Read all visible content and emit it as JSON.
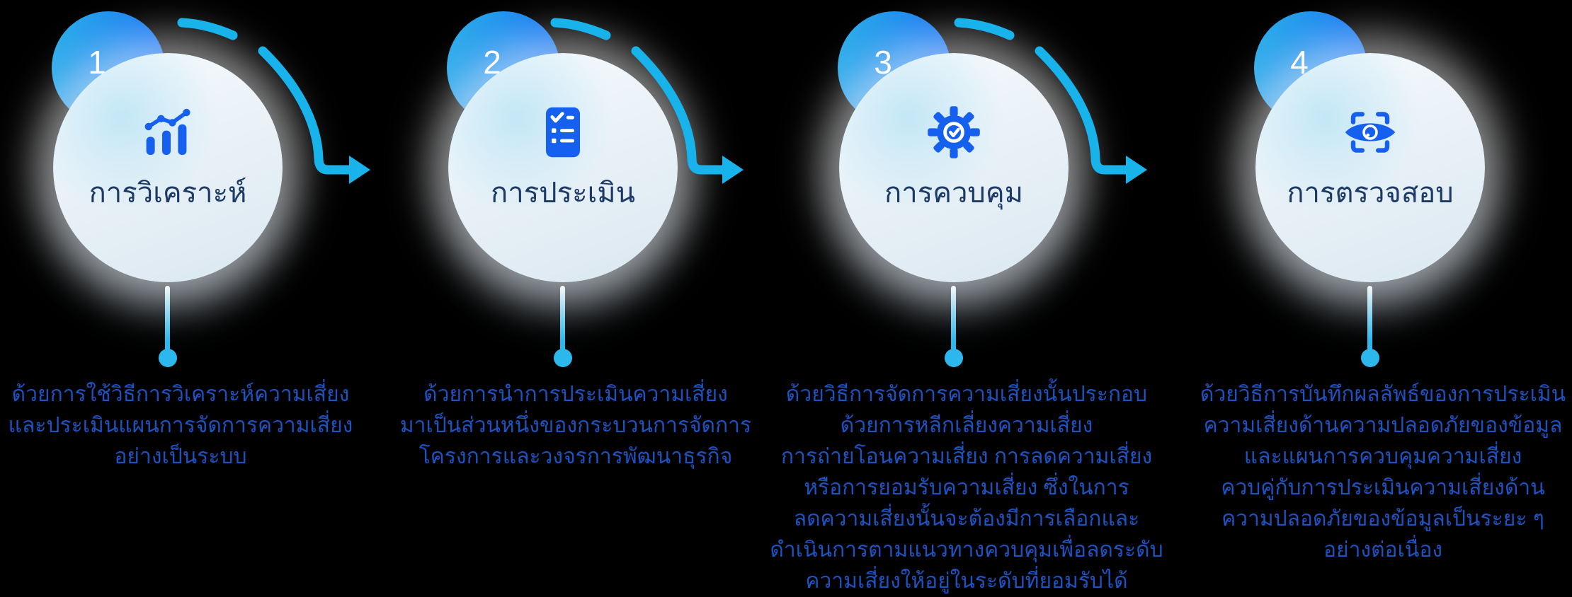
{
  "colors": {
    "page_bg": "#000000",
    "badge_start": "#2fb3e9",
    "badge_end": "#0b6bf2",
    "icon_color": "#1560ef",
    "title_color": "#1d3a66",
    "body_color": "#1e52c0",
    "arrow_color": "#17b3ea",
    "dot_color": "#2cb8ec"
  },
  "steps": [
    {
      "number": "1",
      "title": "การวิเคราะห์",
      "icon": "bar-chart-icon",
      "description": "ด้วยการใช้วิธีการวิเคราะห์ความเสี่ยง\nและประเมินแผนการจัดการความเสี่ยง\nอย่างเป็นระบบ"
    },
    {
      "number": "2",
      "title": "การประเมิน",
      "icon": "checklist-document-icon",
      "description": "ด้วยการนำการประเมินความเสี่ยง\nมาเป็นส่วนหนึ่งของกระบวนการจัดการ\nโครงการและวงจรการพัฒนาธุรกิจ"
    },
    {
      "number": "3",
      "title": "การควบคุม",
      "icon": "gear-check-icon",
      "description": "ด้วยวิธีการจัดการความเสี่ยงนั้นประกอบ\nด้วยการหลีกเลี่ยงความเสี่ยง\nการถ่ายโอนความเสี่ยง การลดความเสี่ยง\nหรือการยอมรับความเสี่ยง ซึ่งในการ\nลดความเสี่ยงนั้นจะต้องมีการเลือกและ\nดำเนินการตามแนวทางควบคุมเพื่อลดระดับ\nความเสี่ยงให้อยู่ในระดับที่ยอมรับได้"
    },
    {
      "number": "4",
      "title": "การตรวจสอบ",
      "icon": "eye-scan-icon",
      "description": "ด้วยวิธีการบันทึกผลลัพธ์ของการประเมิน\nความเสี่ยงด้านความปลอดภัยของข้อมูล\nและแผนการควบคุมความเสี่ยง\nควบคู่กับการประเมินความเสี่ยงด้าน\nความปลอดภัยของข้อมูลเป็นระยะ ๆ\nอย่างต่อเนื่อง"
    }
  ]
}
